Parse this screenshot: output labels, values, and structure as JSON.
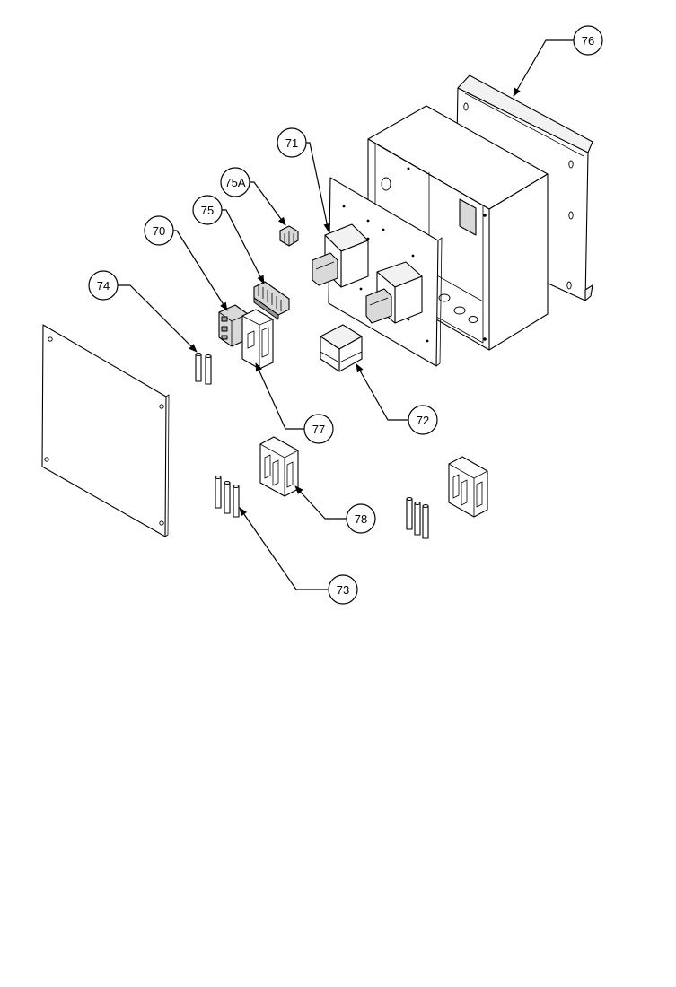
{
  "callouts": [
    {
      "id": "70",
      "label": "70"
    },
    {
      "id": "71",
      "label": "71"
    },
    {
      "id": "72",
      "label": "72"
    },
    {
      "id": "73",
      "label": "73"
    },
    {
      "id": "74",
      "label": "74"
    },
    {
      "id": "75",
      "label": "75"
    },
    {
      "id": "75A",
      "label": "75A"
    },
    {
      "id": "76",
      "label": "76"
    },
    {
      "id": "77",
      "label": "77"
    },
    {
      "id": "78",
      "label": "78"
    }
  ]
}
